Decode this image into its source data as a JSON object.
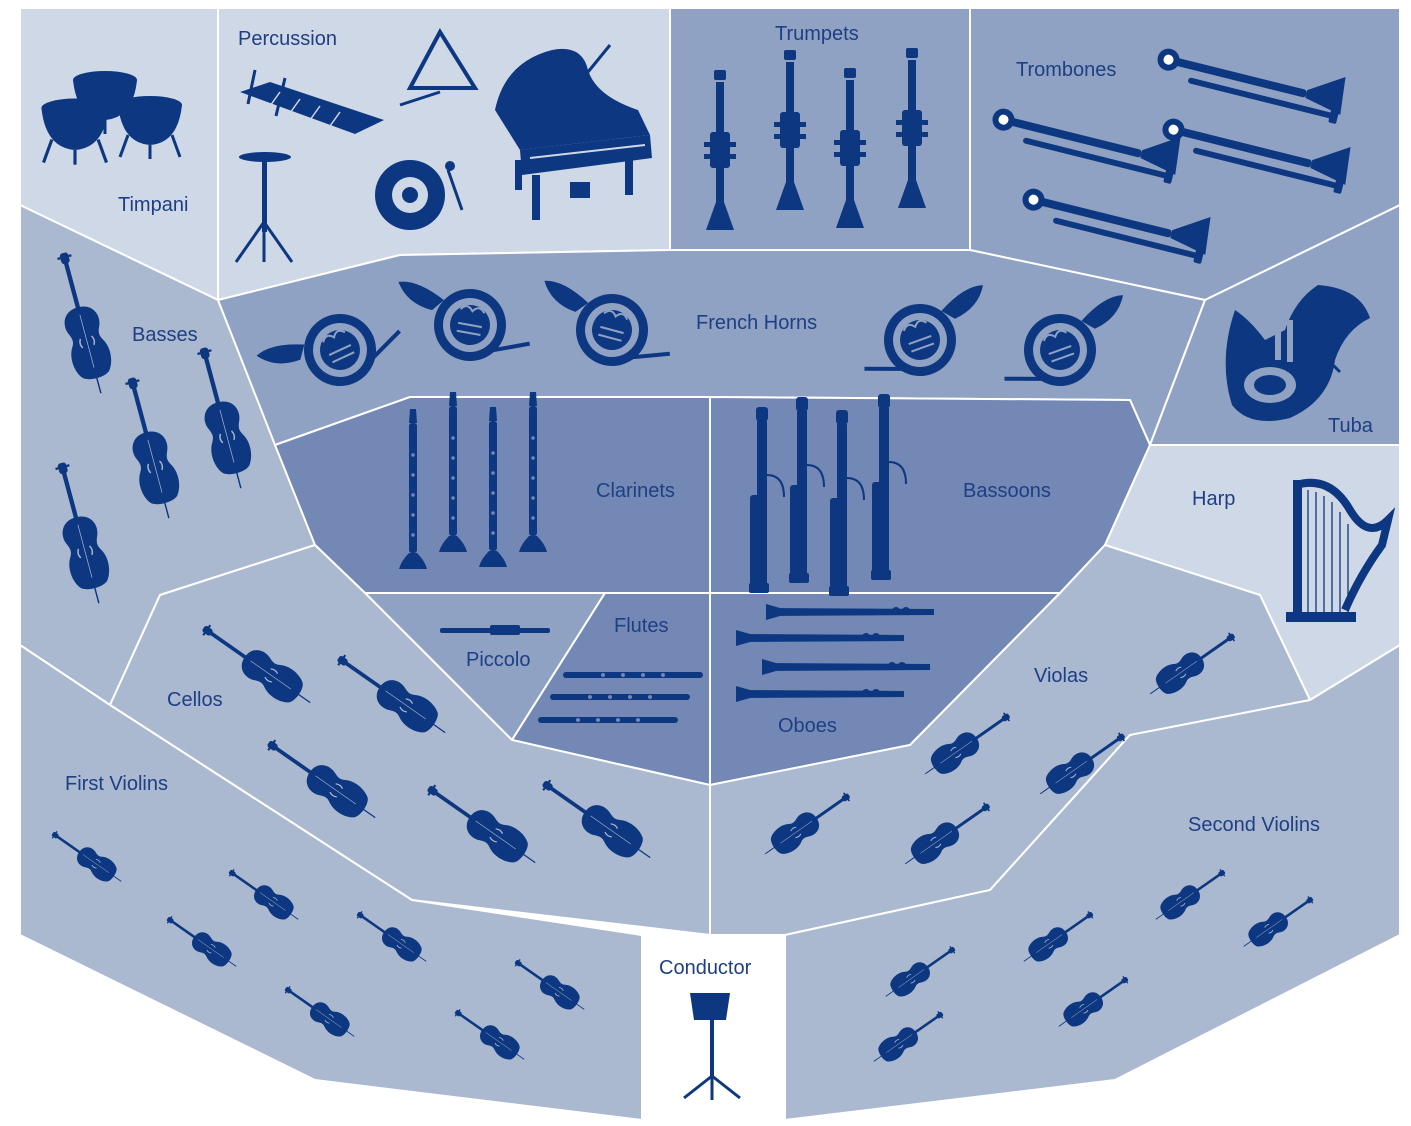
{
  "title": "",
  "colors": {
    "light": "#cfd8e6",
    "mid": "#aab8d0",
    "midDark": "#8fa2c3",
    "dark": "#7388b4",
    "icon": "#0d3780",
    "label": "#1f3f84"
  },
  "sections": {
    "timpani": "Timpani",
    "percussion": "Percussion",
    "trumpets": "Trumpets",
    "trombones": "Trombones",
    "basses": "Basses",
    "french_horns": "French Horns",
    "tuba": "Tuba",
    "clarinets": "Clarinets",
    "bassoons": "Bassoons",
    "harp": "Harp",
    "piccolo": "Piccolo",
    "flutes": "Flutes",
    "oboes": "Oboes",
    "cellos": "Cellos",
    "violas": "Violas",
    "first_violins": "First Violins",
    "second_violins": "Second Violins",
    "conductor": "Conductor"
  },
  "icons": {
    "timpani": "timpani-icon",
    "percussion": [
      "xylophone-icon",
      "triangle-icon",
      "cymbal-icon",
      "gong-icon",
      "piano-icon"
    ],
    "trumpet": "trumpet-icon",
    "trombone": "trombone-icon",
    "horn": "french-horn-icon",
    "tuba": "tuba-icon",
    "harp": "harp-icon",
    "clarinet": "clarinet-icon",
    "bassoon": "bassoon-icon",
    "flute": "flute-icon",
    "oboe": "oboe-icon",
    "piccolo": "piccolo-icon",
    "string": "violin-family-icon",
    "conductor": "music-stand-icon"
  }
}
